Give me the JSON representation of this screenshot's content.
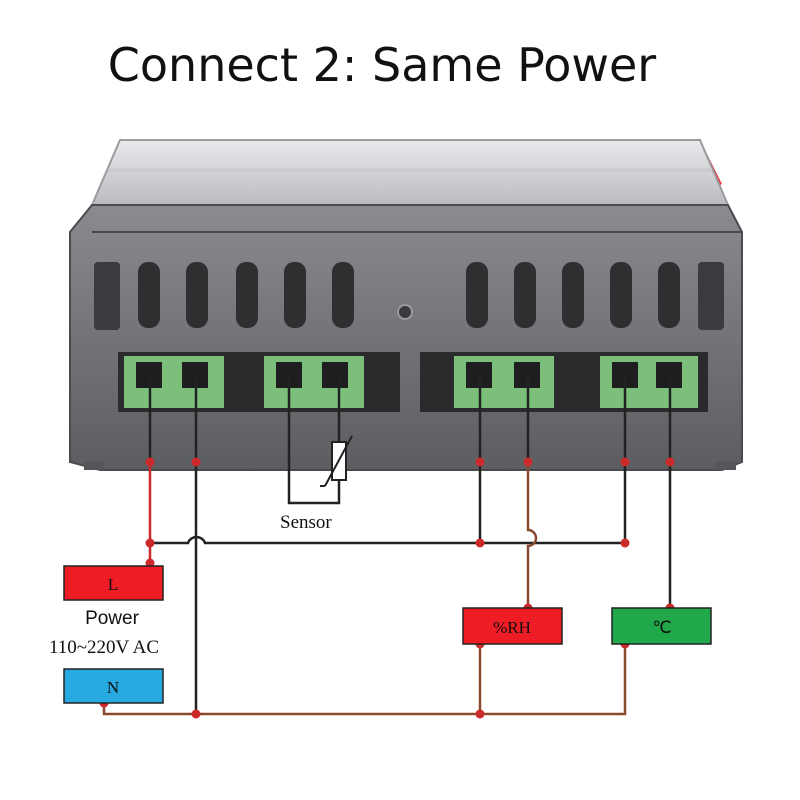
{
  "title": "Connect 2: Same Power",
  "labels": {
    "sensor": "Sensor",
    "power_caption": "Power",
    "voltage_caption": "110~220V AC"
  },
  "terminals": {
    "live": {
      "text": "L",
      "color": "#ee1c24"
    },
    "neutral": {
      "text": "N",
      "color": "#27aae1"
    },
    "humidity": {
      "text": "%RH",
      "color": "#ee1c24"
    },
    "temperature": {
      "text": "℃",
      "color": "#20a84a"
    }
  },
  "colors": {
    "device_body": "#6e6f73",
    "device_clip": "#e8364a",
    "terminal_block": "#7bbf7a",
    "wire_black": "#222222",
    "wire_red": "#cc2a2a",
    "wire_brown": "#8a4a2e"
  }
}
